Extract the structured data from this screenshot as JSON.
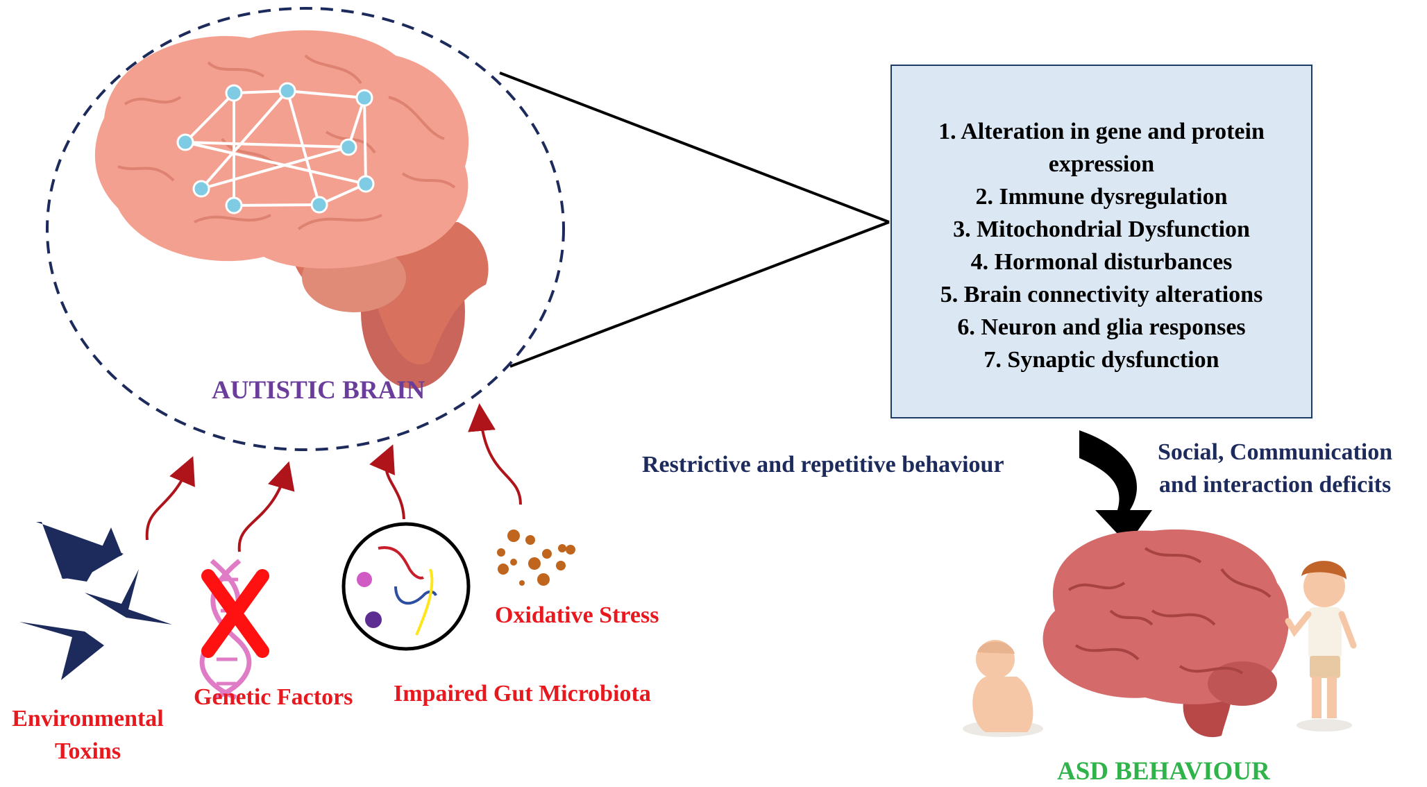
{
  "diagram": {
    "autistic_brain_label": "AUTISTIC BRAIN",
    "mechanisms": [
      "1. Alteration in gene and protein expression",
      "2. Immune dysregulation",
      "3. Mitochondrial Dysfunction",
      "4. Hormonal disturbances",
      "5. Brain connectivity alterations",
      "6. Neuron and glia responses",
      "7. Synaptic dysfunction"
    ],
    "restrictive_label": "Restrictive and repetitive behaviour",
    "social_label_line1": "Social, Communication",
    "social_label_line2": "and interaction deficits",
    "asd_label": "ASD BEHAVIOUR",
    "factors": {
      "environmental_line1": "Environmental",
      "environmental_line2": "Toxins",
      "genetic": "Genetic Factors",
      "gut": "Impaired Gut Microbiota",
      "oxidative": "Oxidative Stress"
    },
    "colors": {
      "factor_red": "#e8191e",
      "navy": "#1c2a5c",
      "purple": "#6a3d9a",
      "green": "#2fb34a",
      "box_fill": "#dbe8f3",
      "brain_pink": "#f4a090",
      "node_blue": "#7ecbe3",
      "arrow_red": "#b0141b"
    },
    "icons": [
      "star-icon",
      "dna-icon",
      "cross-icon",
      "microbe-icon",
      "particles-icon",
      "brain-icon",
      "baby-icon",
      "child-icon"
    ]
  }
}
